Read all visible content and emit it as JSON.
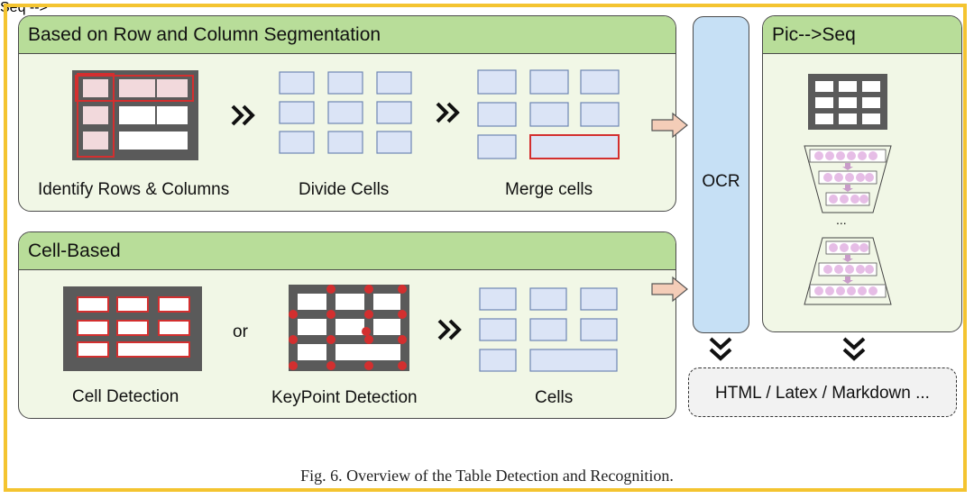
{
  "row_column_panel": {
    "title": "Based on Row and Column Segmentation",
    "steps": [
      "Identify Rows & Columns",
      "Divide Cells",
      "Merge cells"
    ]
  },
  "cell_panel": {
    "title": "Cell-Based",
    "steps": [
      "Cell Detection",
      "KeyPoint Detection",
      "Cells"
    ],
    "connector": "or"
  },
  "ocr": {
    "label": "OCR"
  },
  "pic_seq": {
    "title": "Pic-->Seq",
    "ellipsis": "..."
  },
  "output": {
    "label": "HTML / Latex / Markdown ..."
  },
  "caption": "Fig. 6.  Overview of the Table Detection and Recognition.",
  "colors": {
    "frame": "#f4c430",
    "panel_header": "#b8dd99",
    "panel_body": "#f1f7e6",
    "cell_fill": "#dbe4f6",
    "ocr_fill": "#c6e0f5",
    "highlight_red": "#d32f2f",
    "token_pink": "#e6bde6"
  }
}
